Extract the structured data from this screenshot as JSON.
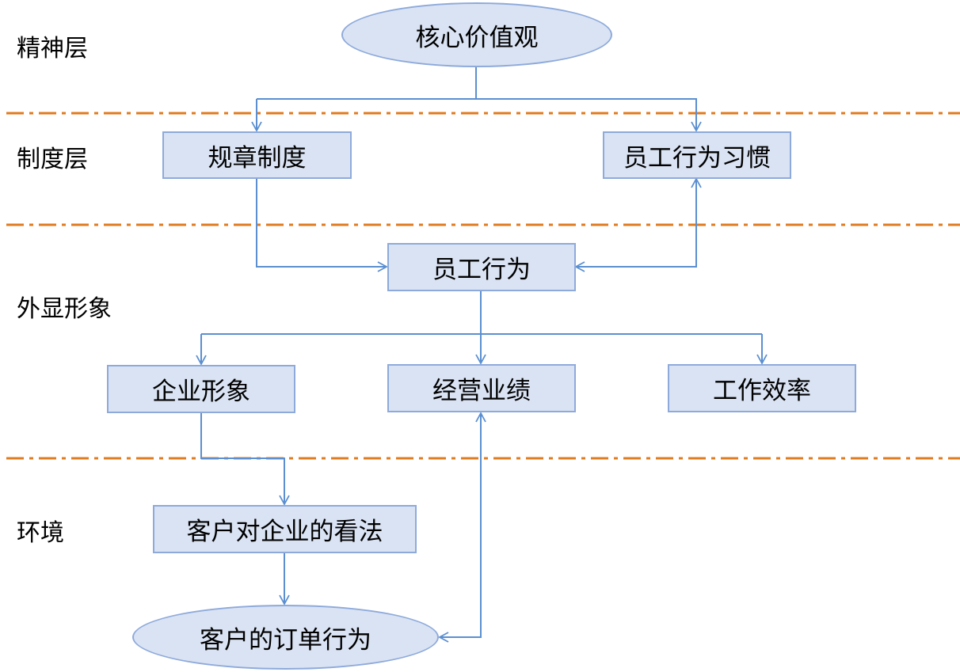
{
  "layers": [
    {
      "key": "spirit",
      "label": "精神层"
    },
    {
      "key": "system",
      "label": "制度层"
    },
    {
      "key": "image",
      "label": "外显形象"
    },
    {
      "key": "environment",
      "label": "环境"
    }
  ],
  "nodes": {
    "core_values": "核心价值观",
    "rules": "规章制度",
    "habits": "员工行为习惯",
    "behavior": "员工行为",
    "corporate_image": "企业形象",
    "performance": "经营业绩",
    "efficiency": "工作效率",
    "customer_view": "客户对企业的看法",
    "customer_orders": "客户的订单行为"
  },
  "colors": {
    "node_fill": "#dae3f3",
    "node_border": "#8eaadb",
    "connector": "#5b8fd0",
    "separator": "#e07b1f"
  }
}
